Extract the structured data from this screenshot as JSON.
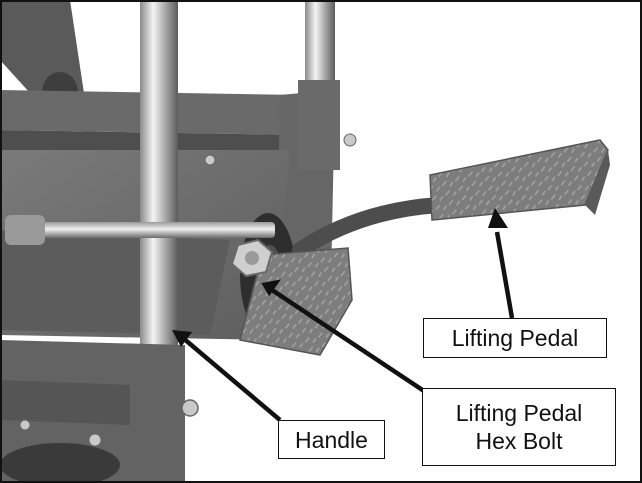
{
  "callouts": {
    "lifting_pedal": "Lifting Pedal",
    "hex_bolt_line1": "Lifting Pedal",
    "hex_bolt_line2": "Hex Bolt",
    "handle": "Handle"
  },
  "colors": {
    "frame_gray": "#6e6e6e",
    "chrome": "#d8d8d8",
    "border": "#111111",
    "background": "#ffffff"
  }
}
